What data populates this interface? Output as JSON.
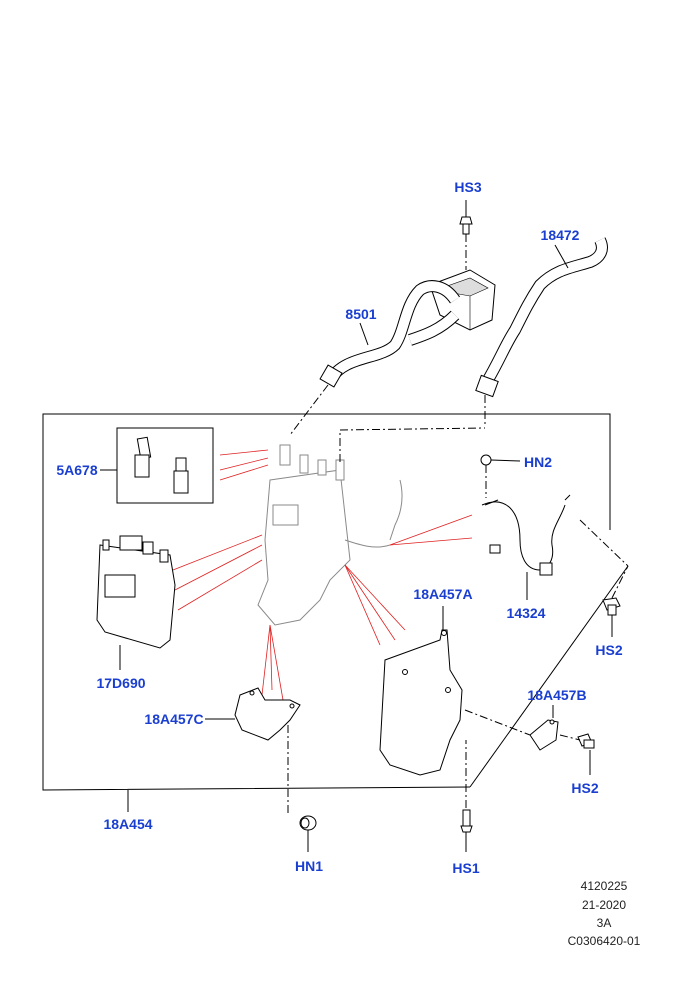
{
  "callouts": {
    "hs3": "HS3",
    "p18472": "18472",
    "p8501": "8501",
    "p5a678": "5A678",
    "hn2": "HN2",
    "p14324": "14324",
    "hs2_right": "HS2",
    "p18a457a": "18A457A",
    "p17d690": "17D690",
    "p18a457b": "18A457B",
    "p18a457c": "18A457C",
    "hs2_lower": "HS2",
    "p18a454": "18A454",
    "hn1": "HN1",
    "hs1": "HS1"
  },
  "reference": {
    "line1": "4120225",
    "line2": "21-2020",
    "line3": "3A",
    "line4": "C0306420-01"
  },
  "colors": {
    "callout_text": "#1a3fd0",
    "leader_lines": "#e02020",
    "outline": "#000000",
    "module_gray": "#8a8a8a"
  }
}
